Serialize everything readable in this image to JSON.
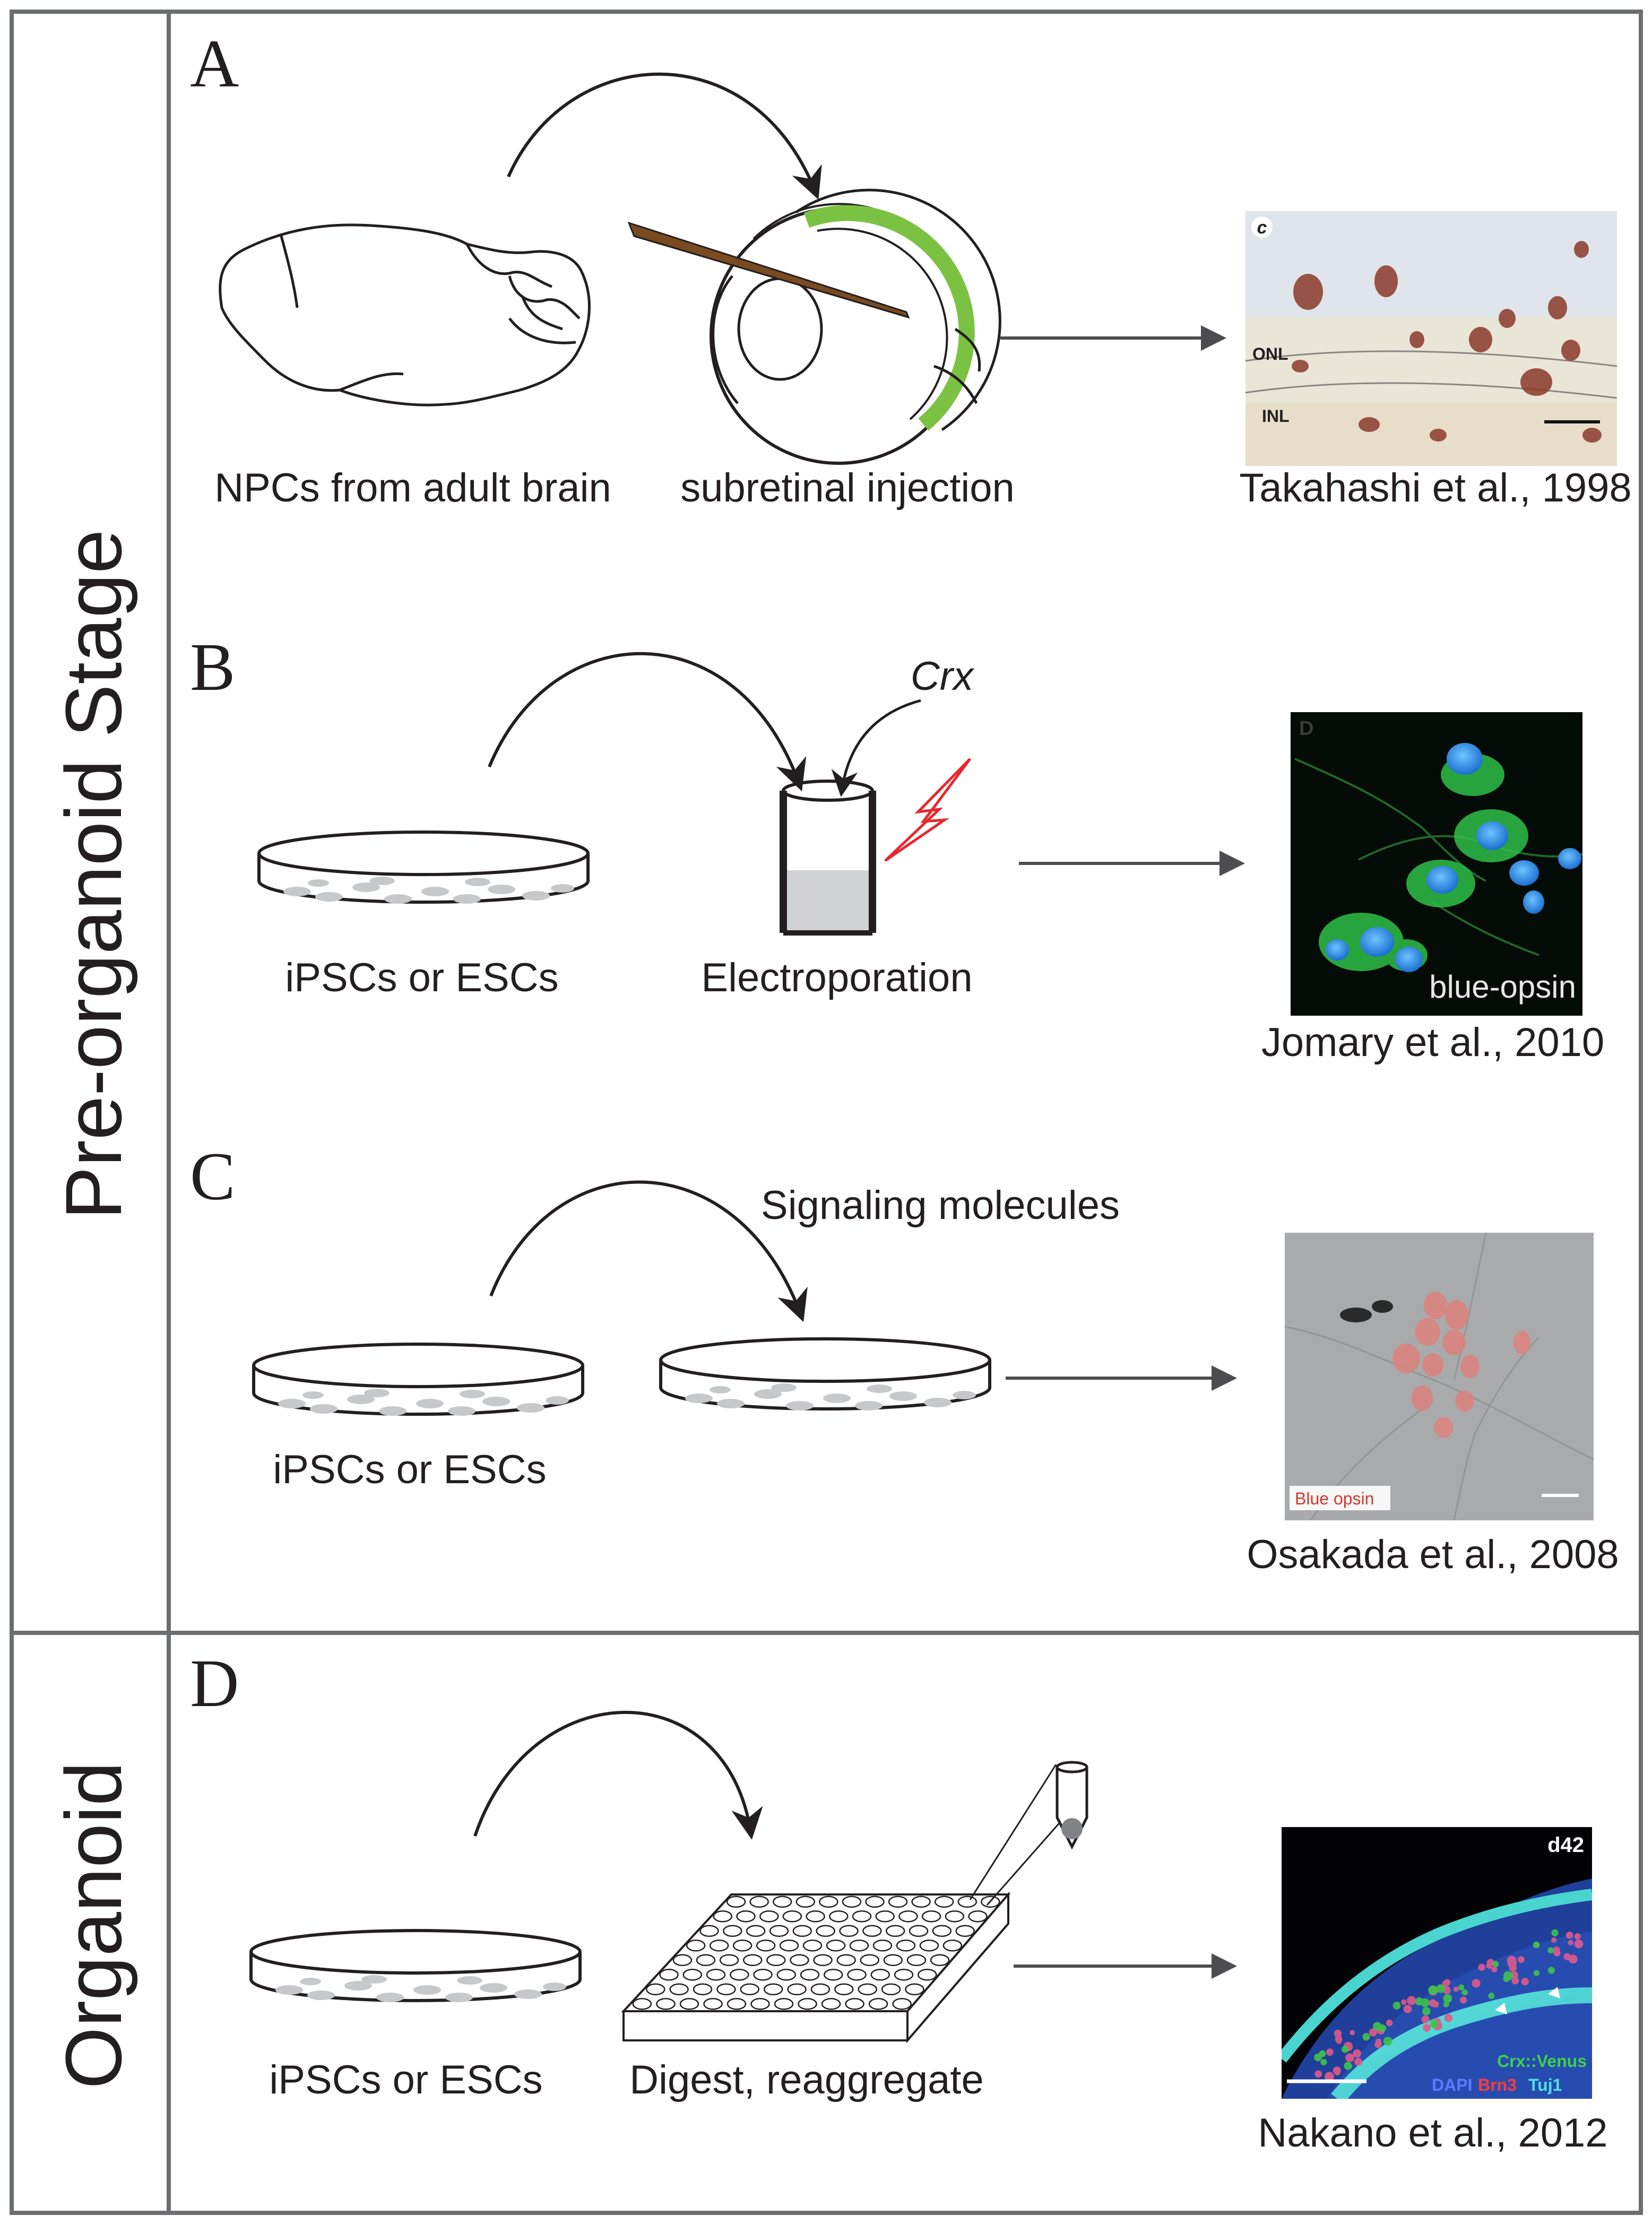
{
  "stages": {
    "pre_organoid": "Pre-organoid Stage",
    "organoid": "Organoid"
  },
  "panels": {
    "A": {
      "letter": "A",
      "source_label": "NPCs from adult brain",
      "step_label": "subretinal injection",
      "citation": "Takahashi et al., 1998",
      "micrograph": {
        "corner": "c",
        "layer1": "ONL",
        "layer2": "INL"
      }
    },
    "B": {
      "letter": "B",
      "gene": "Crx",
      "source_label": "iPSCs or ESCs",
      "step_label": "Electroporation",
      "citation": "Jomary et al., 2010",
      "micrograph": {
        "corner": "D",
        "stain": "blue-opsin"
      }
    },
    "C": {
      "letter": "C",
      "treatment": "Signaling molecules",
      "source_label": "iPSCs or ESCs",
      "citation": "Osakada et al., 2008",
      "micrograph": {
        "stain": "Blue opsin"
      }
    },
    "D": {
      "letter": "D",
      "source_label": "iPSCs or ESCs",
      "step_label": "Digest, reaggregate",
      "citation": "Nakano et al., 2012",
      "micrograph": {
        "day": "d42",
        "marker1": "Crx::Venus",
        "dapi": "DAPI",
        "brn3": "Brn3",
        "tuj1": "Tuj1"
      }
    }
  },
  "colors": {
    "line": "#231f20",
    "frame": "#6d6e70",
    "retina_green": "#7cc242",
    "needle_brown": "#7a4a20",
    "spark_red": "#e8262d",
    "cell_gray": "#c7c8ca"
  }
}
